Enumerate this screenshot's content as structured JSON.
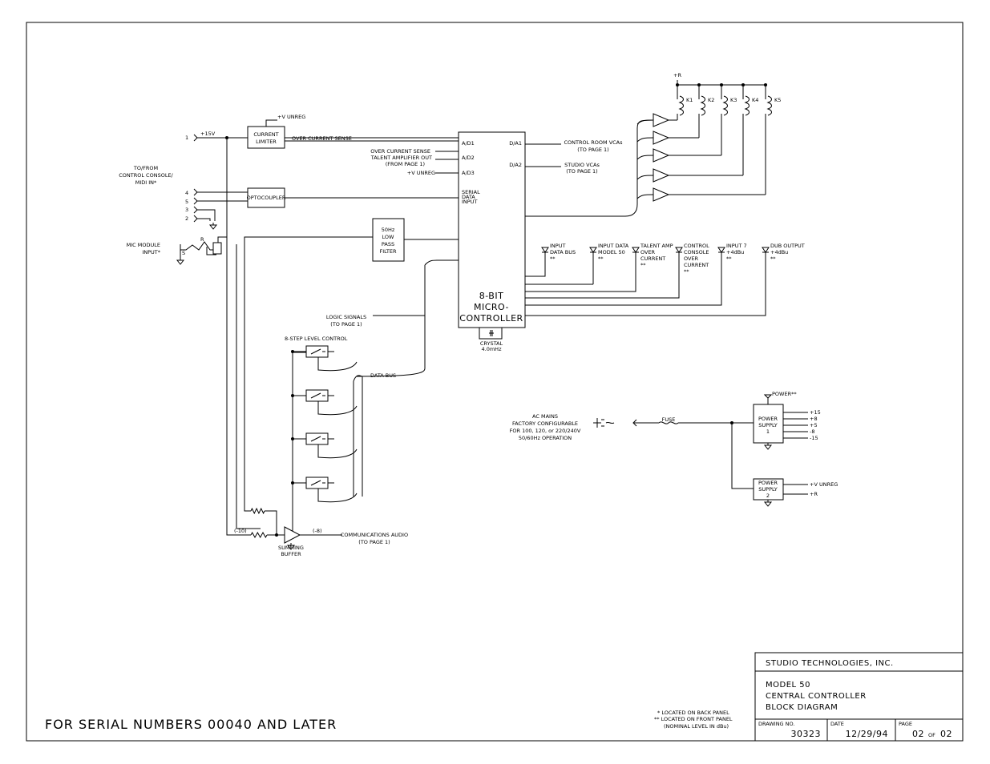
{
  "blocks": {
    "current_limiter": [
      "CURRENT",
      "LIMITER"
    ],
    "optocoupler": "OPTOCOUPLER",
    "filter": [
      "50Hz",
      "LOW",
      "PASS",
      "FILTER"
    ],
    "mcu": [
      "8-BIT",
      "MICRO-",
      "CONTROLLER"
    ],
    "crystal": [
      "CRYSTAL",
      "4.0mHz"
    ],
    "ps1": [
      "POWER",
      "SUPPLY",
      "1"
    ],
    "ps2": [
      "POWER",
      "SUPPLY",
      "2"
    ],
    "summing": [
      "SUMMING",
      "BUFFER"
    ]
  },
  "mcu_pins": {
    "ad1": "A/D1",
    "ad2": "A/D2",
    "ad3": "A/D3",
    "serial": [
      "SERIAL",
      "DATA",
      "INPUT"
    ],
    "da1": "D/A1",
    "da2": "D/A2"
  },
  "labels": {
    "vunreg_top": "+V UNREG",
    "plus15v": "+15V",
    "over_current_sense": "OVER CURRENT SENSE",
    "to_from": [
      "TO/FROM",
      "CONTROL CONSOLE/",
      "MIDI IN*"
    ],
    "mic_module": [
      "MIC MODULE",
      "INPUT*"
    ],
    "ad2_inputs": [
      "OVER CURRENT SENSE",
      "TALENT AMPLIFIER OUT",
      "(FROM PAGE 1)"
    ],
    "ad3_input": "+V UNREG",
    "cr_vcas": [
      "CONTROL ROOM VCAs",
      "(TO PAGE 1)"
    ],
    "studio_vcas": [
      "STUDIO VCAs",
      "(TO PAGE 1)"
    ],
    "logic_signals": [
      "LOGIC SIGNALS",
      "(TO PAGE 1)"
    ],
    "step_level": "8-STEP LEVEL CONTROL",
    "data_bus": "DATA BUS",
    "comm_audio": [
      "COMMUNICATIONS AUDIO",
      "(TO PAGE 1)"
    ],
    "level_minus10": "(-10)",
    "level_minus8": "(-8)",
    "plus_r": "+R",
    "ac_mains": [
      "AC MAINS",
      "FACTORY CONFIGURABLE",
      "FOR 100, 120, or 220/240V",
      "50/60Hz OPERATION"
    ],
    "fuse": "FUSE",
    "power_led": "POWER**",
    "ps1_outputs": [
      "+15",
      "+8",
      "+5",
      "-8",
      "-15"
    ],
    "ps2_outputs": [
      "+V UNREG",
      "+R"
    ],
    "pin_r": "R",
    "pin_s": "S"
  },
  "connector_pins": [
    "1",
    "4",
    "5",
    "3",
    "2"
  ],
  "relays": [
    "K1",
    "K2",
    "K3",
    "K4",
    "K5"
  ],
  "leds": [
    [
      "INPUT",
      "DATA BUS",
      "**"
    ],
    [
      "INPUT DATA",
      "MODEL 50",
      "**"
    ],
    [
      "TALENT AMP",
      "OVER",
      "CURRENT",
      "**"
    ],
    [
      "CONTROL",
      "CONSOLE",
      "OVER",
      "CURRENT",
      "**"
    ],
    [
      "INPUT 7",
      "+4dBu",
      "**"
    ],
    [
      "DUB OUTPUT",
      "+4dBu",
      "**"
    ]
  ],
  "footnotes": [
    "* LOCATED ON BACK PANEL",
    "** LOCATED ON FRONT PANEL",
    "(NOMINAL LEVEL IN dBu)"
  ],
  "serial_note": "FOR SERIAL NUMBERS 00040 AND LATER",
  "title_block": {
    "company": "STUDIO TECHNOLOGIES, INC.",
    "title": [
      "MODEL 50",
      "CENTRAL CONTROLLER",
      "BLOCK DIAGRAM"
    ],
    "drawing_no_label": "DRAWING NO.",
    "drawing_no": "30323",
    "date_label": "DATE",
    "date": "12/29/94",
    "page_label": "PAGE",
    "page": "02",
    "page_of": "OF",
    "page_total": "02"
  }
}
